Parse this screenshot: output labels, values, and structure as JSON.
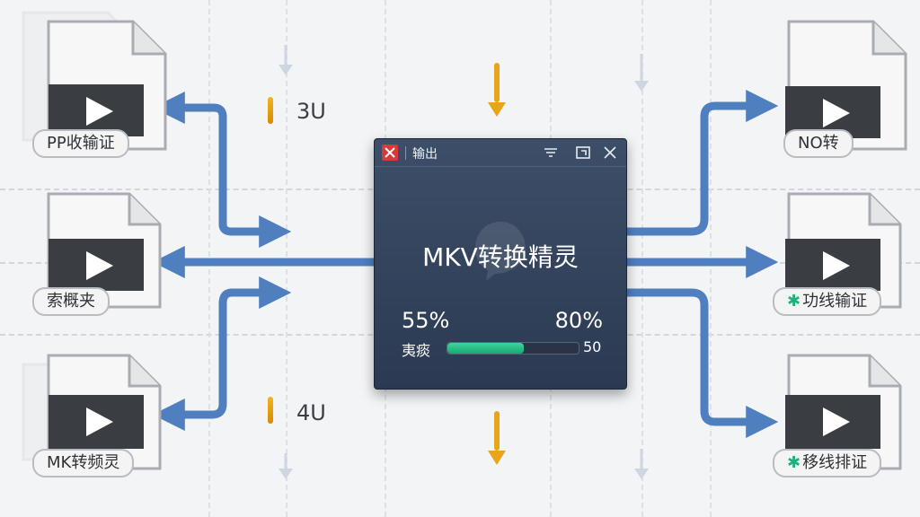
{
  "window": {
    "title": "输出",
    "heading": "MKV转换精灵",
    "progress": {
      "left_percent": "55%",
      "right_percent": "80%",
      "label": "夷痰",
      "value_text": "50",
      "fill_fraction": 0.58
    },
    "controls": [
      "filter-icon",
      "restore-icon",
      "close-icon"
    ],
    "colors": {
      "body": "#33445d",
      "accent": "#16a874",
      "app_icon": "#d63a3a"
    }
  },
  "left_files": [
    {
      "label": "PP收输证"
    },
    {
      "label": "索概夹"
    },
    {
      "label": "MK转频灵"
    }
  ],
  "right_files": [
    {
      "label": "NO转",
      "star": false
    },
    {
      "label": "功线输证",
      "star": true
    },
    {
      "label": "移线排证",
      "star": true
    }
  ],
  "side_labels": {
    "top": "3U",
    "bottom": "4U"
  },
  "colors": {
    "arrow": "#4f7fbf",
    "drill": "#e8a41a"
  }
}
